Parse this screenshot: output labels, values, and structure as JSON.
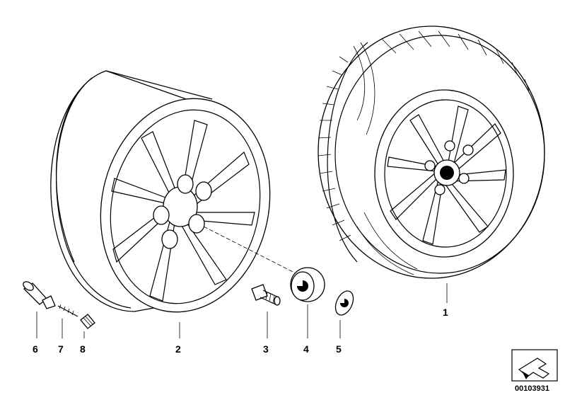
{
  "callouts": [
    {
      "id": "1",
      "label": "1"
    },
    {
      "id": "2",
      "label": "2"
    },
    {
      "id": "3",
      "label": "3"
    },
    {
      "id": "4",
      "label": "4"
    },
    {
      "id": "5",
      "label": "5"
    },
    {
      "id": "6",
      "label": "6"
    },
    {
      "id": "7",
      "label": "7"
    },
    {
      "id": "8",
      "label": "8"
    }
  ],
  "document_number": "00103931",
  "icons": {
    "rim": "wheel-rim-icon",
    "complete_wheel": "complete-wheel-with-tire-icon",
    "wheel_bolt": "wheel-bolt-icon",
    "hub_cap": "hub-cap-icon",
    "emblem": "emblem-badge-icon",
    "valve": "tire-valve-icon",
    "valve_insert": "valve-insert-icon",
    "valve_cap": "valve-cap-icon",
    "nav": "arrow-navigation-icon"
  }
}
